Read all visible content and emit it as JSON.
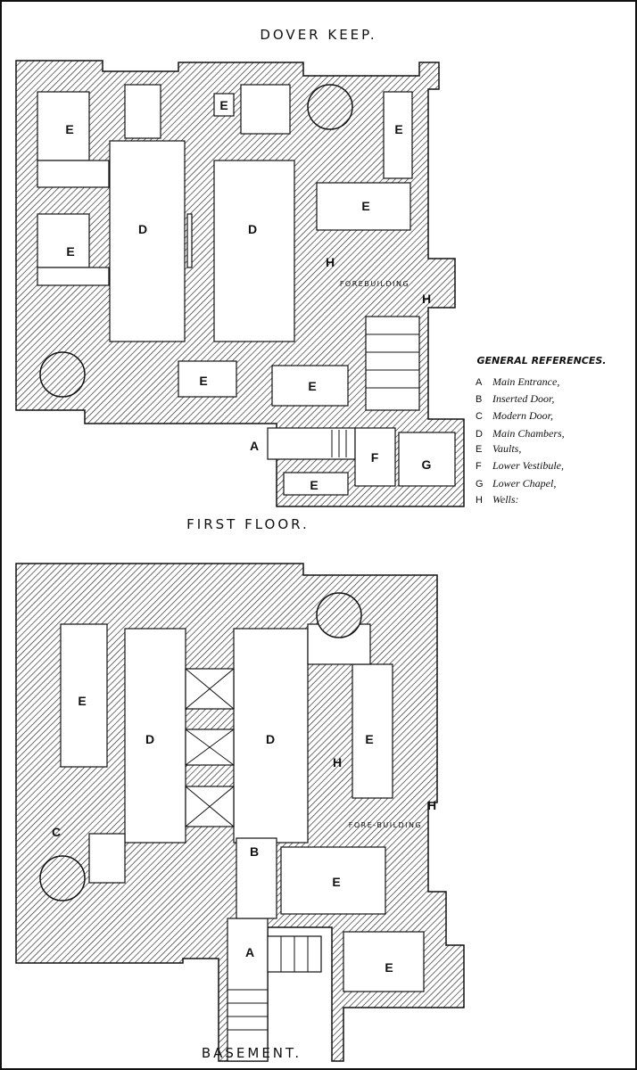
{
  "title": "DOVER KEEP.",
  "first_floor": {
    "caption": "FIRST FLOOR.",
    "forebuilding": "FOREBUILDING",
    "labels": {
      "D": "D",
      "E": "E",
      "A": "A",
      "F": "F",
      "G": "G",
      "H": "H"
    }
  },
  "basement": {
    "caption": "BASEMENT.",
    "forebuilding": "FORE-BUILDING",
    "labels": {
      "D": "D",
      "E": "E",
      "A": "A",
      "B": "B",
      "C": "C",
      "H": "H"
    }
  },
  "references": {
    "heading": "GENERAL REFERENCES.",
    "items": [
      {
        "key": "A",
        "text": "Main Entrance,"
      },
      {
        "key": "B",
        "text": "Inserted Door,"
      },
      {
        "key": "C",
        "text": "Modern Door,"
      },
      {
        "key": "D",
        "text": "Main Chambers,"
      },
      {
        "key": "E",
        "text": "Vaults,"
      },
      {
        "key": "F",
        "text": "Lower Vestibule,"
      },
      {
        "key": "G",
        "text": "Lower Chapel,"
      },
      {
        "key": "H",
        "text": "Wells:"
      }
    ]
  },
  "colors": {
    "ink": "#111111",
    "paper": "#ffffff"
  }
}
